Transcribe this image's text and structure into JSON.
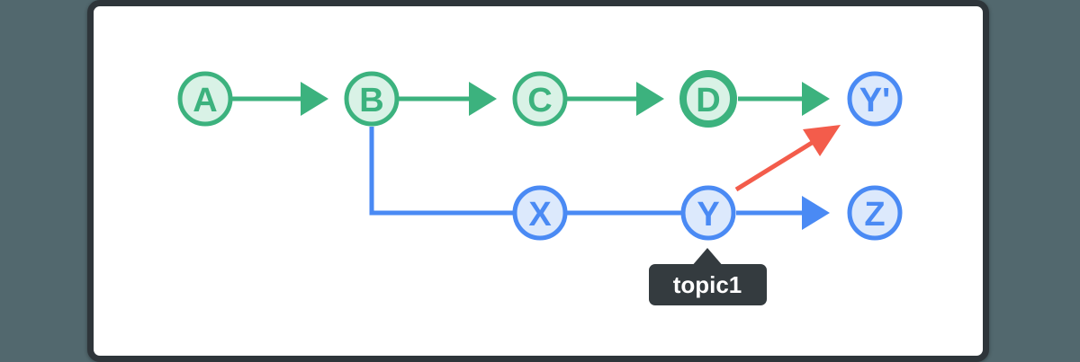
{
  "colors": {
    "page_bg": "#52686e",
    "frame_border": "#2e353a",
    "canvas_bg": "#ffffff",
    "main_stroke": "#3cb27e",
    "main_fill": "#d9f2e6",
    "topic_stroke": "#4a8af4",
    "topic_fill": "#dce9fc",
    "rebase_red": "#f35c4b",
    "tooltip_bg": "#343b3f",
    "tooltip_text": "#ffffff"
  },
  "diagram": {
    "top_row_nodes": [
      {
        "label": "A",
        "style": "main"
      },
      {
        "label": "B",
        "style": "main"
      },
      {
        "label": "C",
        "style": "main"
      },
      {
        "label": "D",
        "style": "main",
        "emphasis": "thick-ring"
      },
      {
        "label": "Y'",
        "style": "topic"
      }
    ],
    "bottom_row_nodes": [
      {
        "label": "X",
        "style": "topic"
      },
      {
        "label": "Y",
        "style": "topic"
      },
      {
        "label": "Z",
        "style": "topic"
      }
    ],
    "edges": [
      {
        "from": "A",
        "to": "B",
        "color": "green",
        "arrowhead": true
      },
      {
        "from": "B",
        "to": "C",
        "color": "green",
        "arrowhead": true
      },
      {
        "from": "C",
        "to": "D",
        "color": "green",
        "arrowhead": true
      },
      {
        "from": "D",
        "to": "Y'",
        "color": "green",
        "arrowhead": true
      },
      {
        "from": "B",
        "to": "X",
        "color": "blue",
        "arrowhead": false,
        "shape": "elbow"
      },
      {
        "from": "X",
        "to": "Y",
        "color": "blue",
        "arrowhead": false
      },
      {
        "from": "Y",
        "to": "Z",
        "color": "blue",
        "arrowhead": true
      },
      {
        "from": "Y",
        "to": "Y'",
        "color": "red",
        "arrowhead": true,
        "shape": "diagonal"
      }
    ],
    "tooltip": {
      "label": "topic1",
      "attached_to": "Y"
    }
  }
}
